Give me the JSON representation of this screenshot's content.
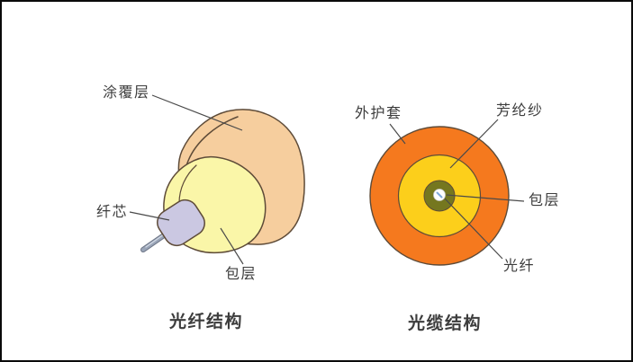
{
  "background_color": "#ffffff",
  "border_color": "#0a0a0a",
  "text_color": "#3d3d3d",
  "leader_line_color": "#4a4a4a",
  "outline_color": "#5e4b38",
  "fiber_diagram": {
    "title": "光纤结构",
    "labels": {
      "coating": "涂覆层",
      "core": "纤芯",
      "cladding": "包层"
    },
    "colors": {
      "coating_layer": "#F6CE9E",
      "cladding_layer": "#FAF6A8",
      "core_cylinder": "#CBC8E2",
      "wire": "#9AA5B8",
      "wire_edge": "#6E7687",
      "wire_highlight": "#D3DAE5"
    }
  },
  "cable_diagram": {
    "title": "光缆结构",
    "labels": {
      "outer_sheath": "外护套",
      "aramid_yarn": "芳纶纱",
      "cladding": "包层",
      "fiber": "光纤"
    },
    "colors": {
      "outer_sheath": "#F5791E",
      "aramid_yarn": "#FCCF1B",
      "cladding_ring": "#75771F",
      "fiber_dot": "#FFFFFF",
      "fiber_dot_edge": "#C8C8C8",
      "fiber_tick": "#7FA8D9"
    }
  }
}
